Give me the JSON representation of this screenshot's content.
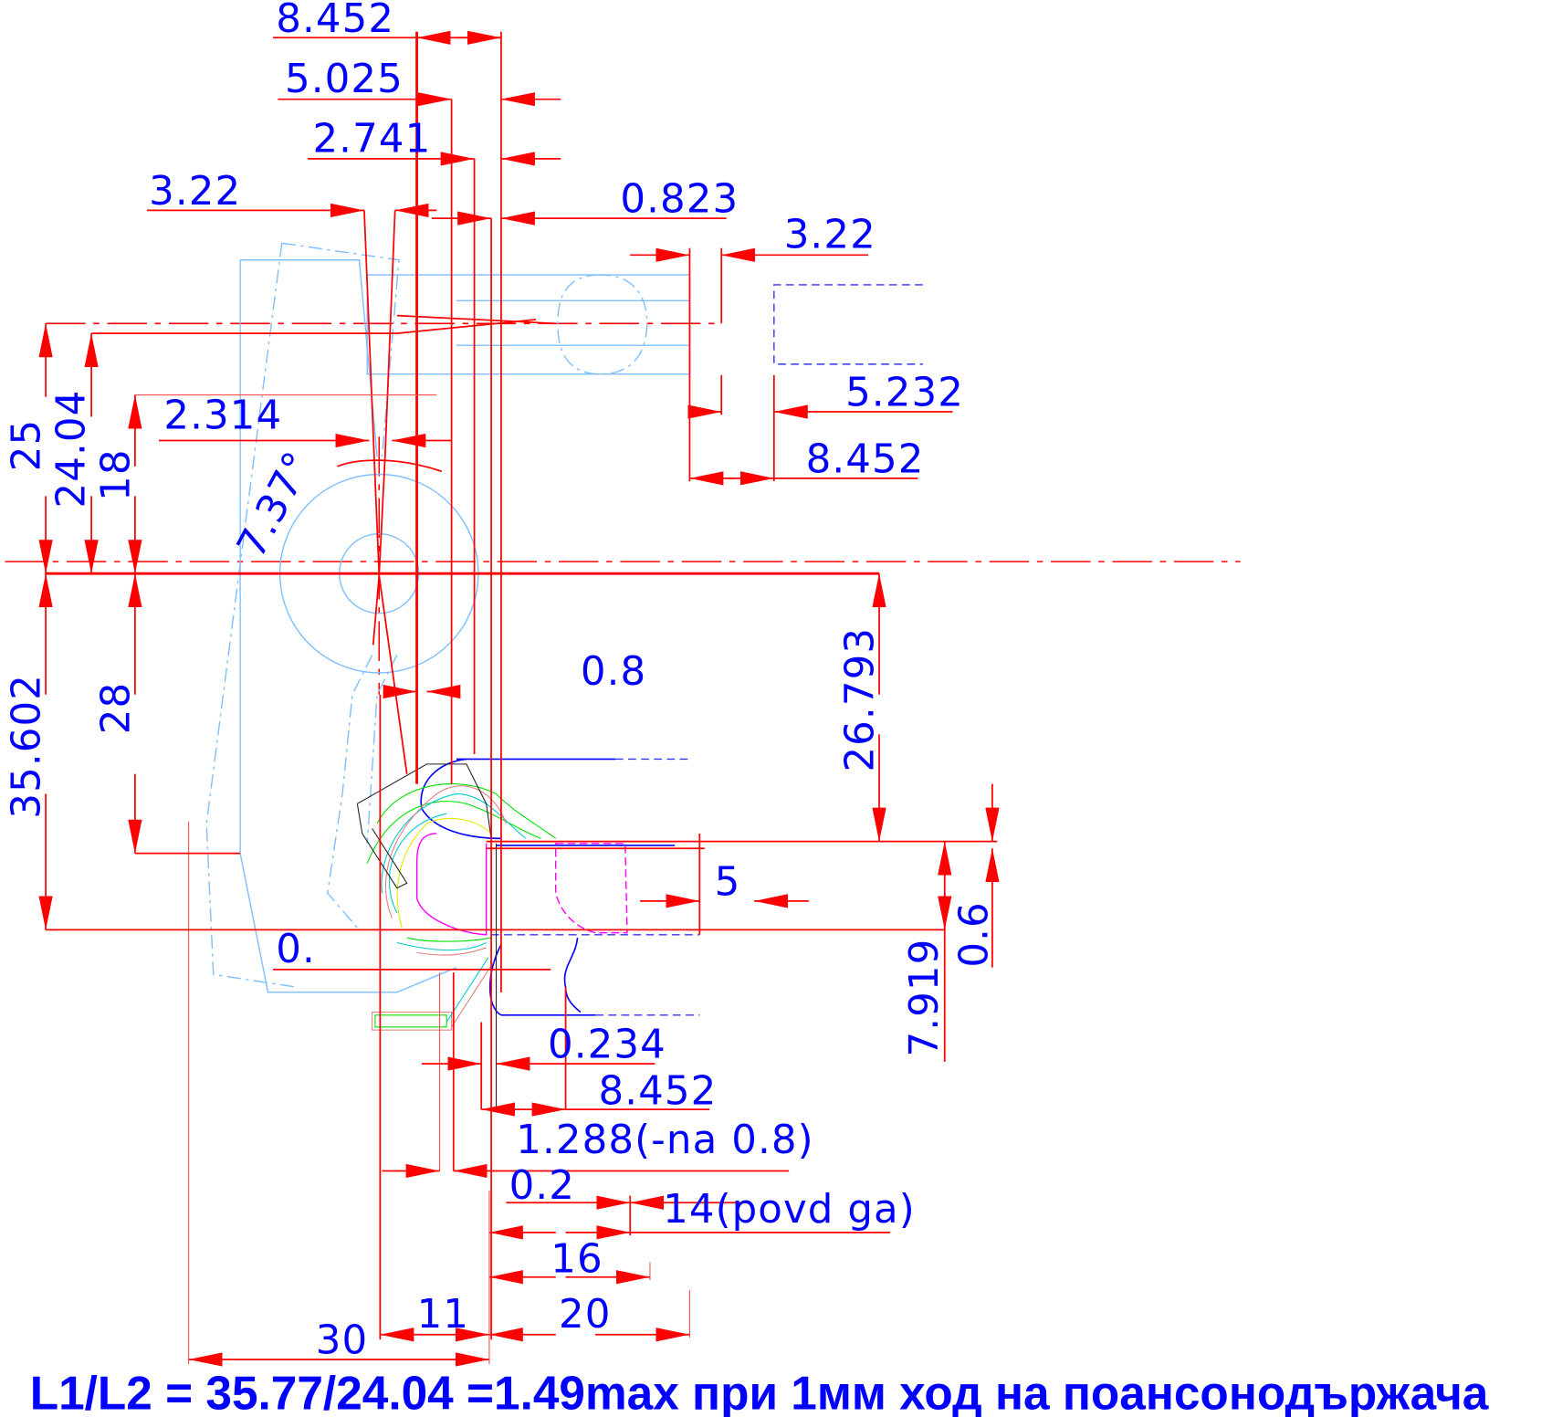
{
  "drawing": {
    "dimensions": {
      "top_8452": "8.452",
      "top_5025": "5.025",
      "top_2741": "2.741",
      "left_322": "3.22",
      "right_0823": "0.823",
      "right_322": "3.22",
      "right_5232": "5.232",
      "right_8452": "8.452",
      "left_2314": "2.314",
      "angle": "7.37°",
      "v_25": "25",
      "v_2404": "24.04",
      "v_18": "18",
      "v_35602": "35.602",
      "v_28": "28",
      "center_08": "0.8",
      "v_26793": "26.793",
      "gap_5": "5",
      "v_06": "0.6",
      "v_7919": "7.919",
      "partial_0": "0.",
      "low_0234": "0.234",
      "low_8452": "8.452",
      "low_1288": "1.288(-na 0.8)",
      "low_02": "0.2",
      "low_14": "14(povd ga)",
      "low_16": "16",
      "low_11": "11",
      "low_20": "20",
      "low_30": "30"
    },
    "formula": "L1/L2 = 35.77/24.04 =1.49max при 1мм ход на поансонодържача",
    "colors": {
      "dimension": "#ff0000",
      "text": "#0000ff",
      "part_outline": "#7fbfff"
    }
  }
}
